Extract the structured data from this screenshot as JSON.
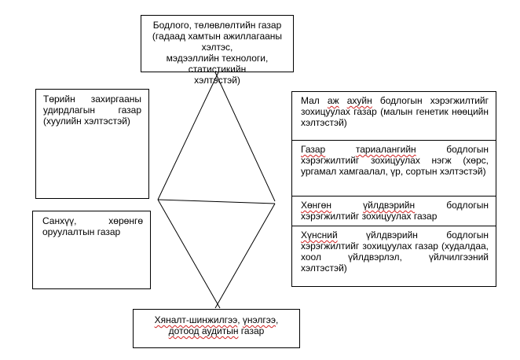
{
  "top_box": {
    "title": "Бодлого, төлөвлөлтийн газар",
    "line2": "(гадаад хамтын ажиллагааны хэлтэс,",
    "line3": "мэдээллийн технологи, статистикийн",
    "line4": "хэлтэстэй)"
  },
  "left_top_box": {
    "text": "Төрийн захиргааны удирдлагын газар (хуулийн хэлтэстэй)"
  },
  "left_bottom_box": {
    "text": "Санхүү, хөрөнгө оруулалтын газар"
  },
  "bottom_box": {
    "line1_a": "Хяналт-шинжилгээ",
    "line1_b": ", ",
    "line1_c": "үнэлгээ",
    "line1_d": ",",
    "line2_a": "дотоод ",
    "line2_b": "аудитын",
    "line2_c": " газар"
  },
  "right_stack": {
    "item1": {
      "a": "Мал ",
      "b": "аж",
      "c": " ",
      "d": "ахуйн",
      "e": " бодлогын хэрэгжилтийг зохицуулах газар (малын генетик нөөцийн хэлтэстэй)"
    },
    "item2": {
      "a": "Газар",
      "b": " ",
      "c": "тариалангийн",
      "d": " бодлогын хэрэгжилтийг зохицуулах нэгж (хөрс, ургамал хамгаалал, үр, сортын хэлтэстэй)"
    },
    "item3": {
      "a": "Хөнгөн",
      "b": " ",
      "c": "үйлдвэрийн",
      "d": " бодлогын хэрэгжилтийг зохицуулах газар"
    },
    "item4": {
      "a": "Хүнсний",
      "b": " үйлдвэрийн бодлогын хэрэгжилтийг зохицуулах газар (худалдаа, хоол үйлдвэрлэл, үйлчилгээний хэлтэстэй)"
    }
  }
}
